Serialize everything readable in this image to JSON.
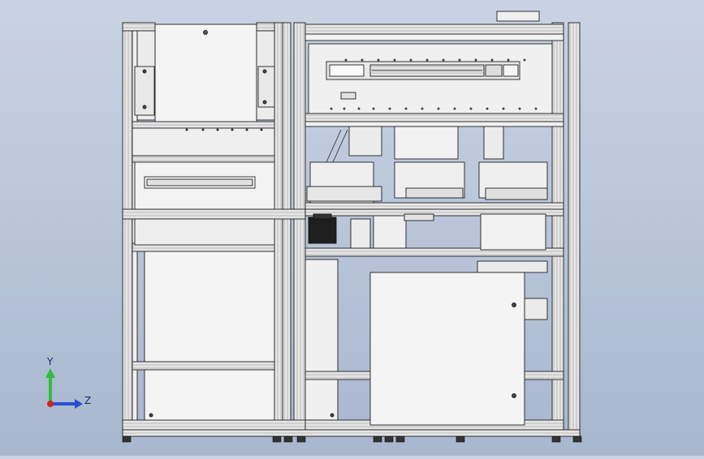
{
  "viewport": {
    "name": "cad-graphics-area",
    "view": "front",
    "model_description_hidden": true
  },
  "triad": {
    "y_label": "Y",
    "z_label": "Z"
  },
  "colors": {
    "background_top": "#c9d3e3",
    "background_bottom": "#a8b7ce",
    "line": "#202020",
    "panel_fill": "#f2f2f2",
    "frame_fill": "#e4e4e4",
    "axis_y": "#2fbf3a",
    "axis_z": "#2a4fd6",
    "axis_origin": "#d42020"
  }
}
